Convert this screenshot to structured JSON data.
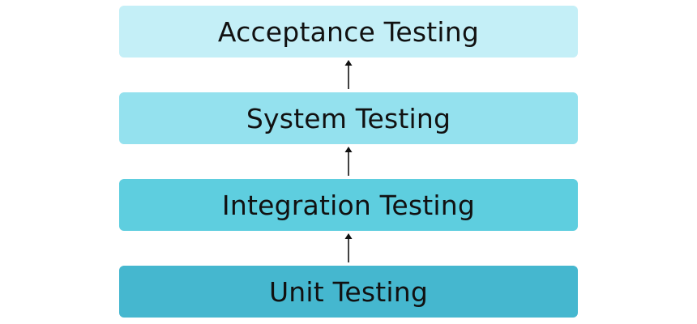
{
  "diagram": {
    "levels": [
      {
        "label": "Acceptance Testing",
        "color": "#c4eff7"
      },
      {
        "label": "System Testing",
        "color": "#94e1ee"
      },
      {
        "label": "Integration Testing",
        "color": "#5ecedf"
      },
      {
        "label": "Unit Testing",
        "color": "#45b7cf"
      }
    ],
    "arrow_color": "#111111",
    "flow": "upward"
  }
}
